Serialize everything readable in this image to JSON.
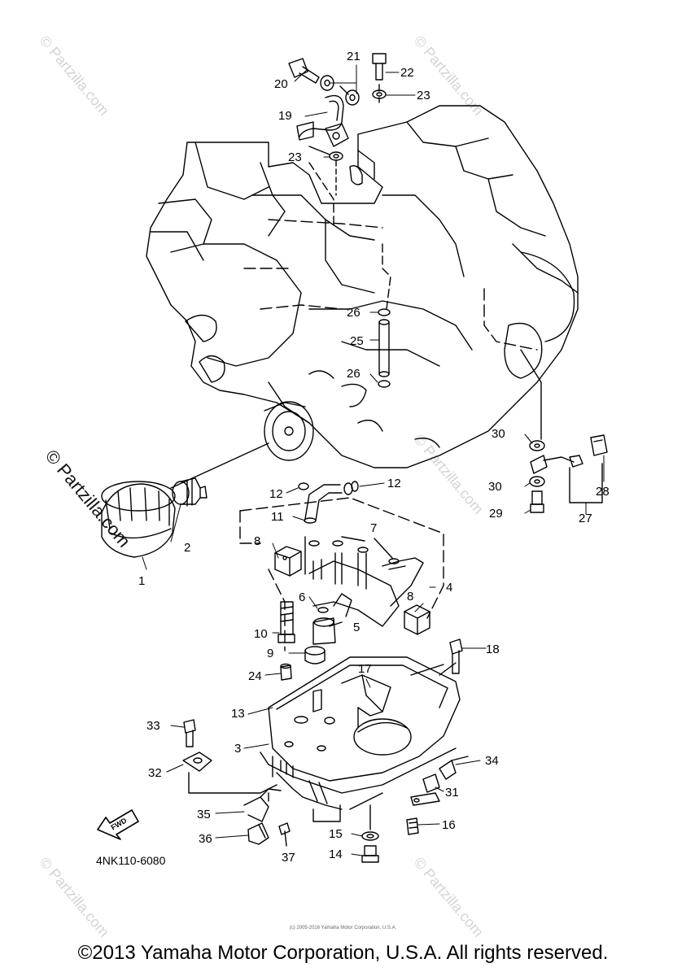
{
  "diagram": {
    "code": "4NK110-6080",
    "fwd_label": "FWD",
    "footer": "©2013 Yamaha Motor Corporation, U.S.A. All rights reserved.",
    "small_copyright": "(c) 2005-2016 Yamaha Motor Corporation, U.S.A.",
    "watermark_text": "© Partzilla.com",
    "callouts": [
      "1",
      "2",
      "3",
      "4",
      "5",
      "6",
      "7",
      "8",
      "8",
      "9",
      "10",
      "11",
      "12",
      "12",
      "13",
      "14",
      "15",
      "16",
      "17",
      "18",
      "19",
      "20",
      "21",
      "22",
      "23",
      "23",
      "24",
      "25",
      "26",
      "26",
      "27",
      "28",
      "29",
      "30",
      "30",
      "31",
      "32",
      "33",
      "34",
      "35",
      "36",
      "37"
    ]
  }
}
